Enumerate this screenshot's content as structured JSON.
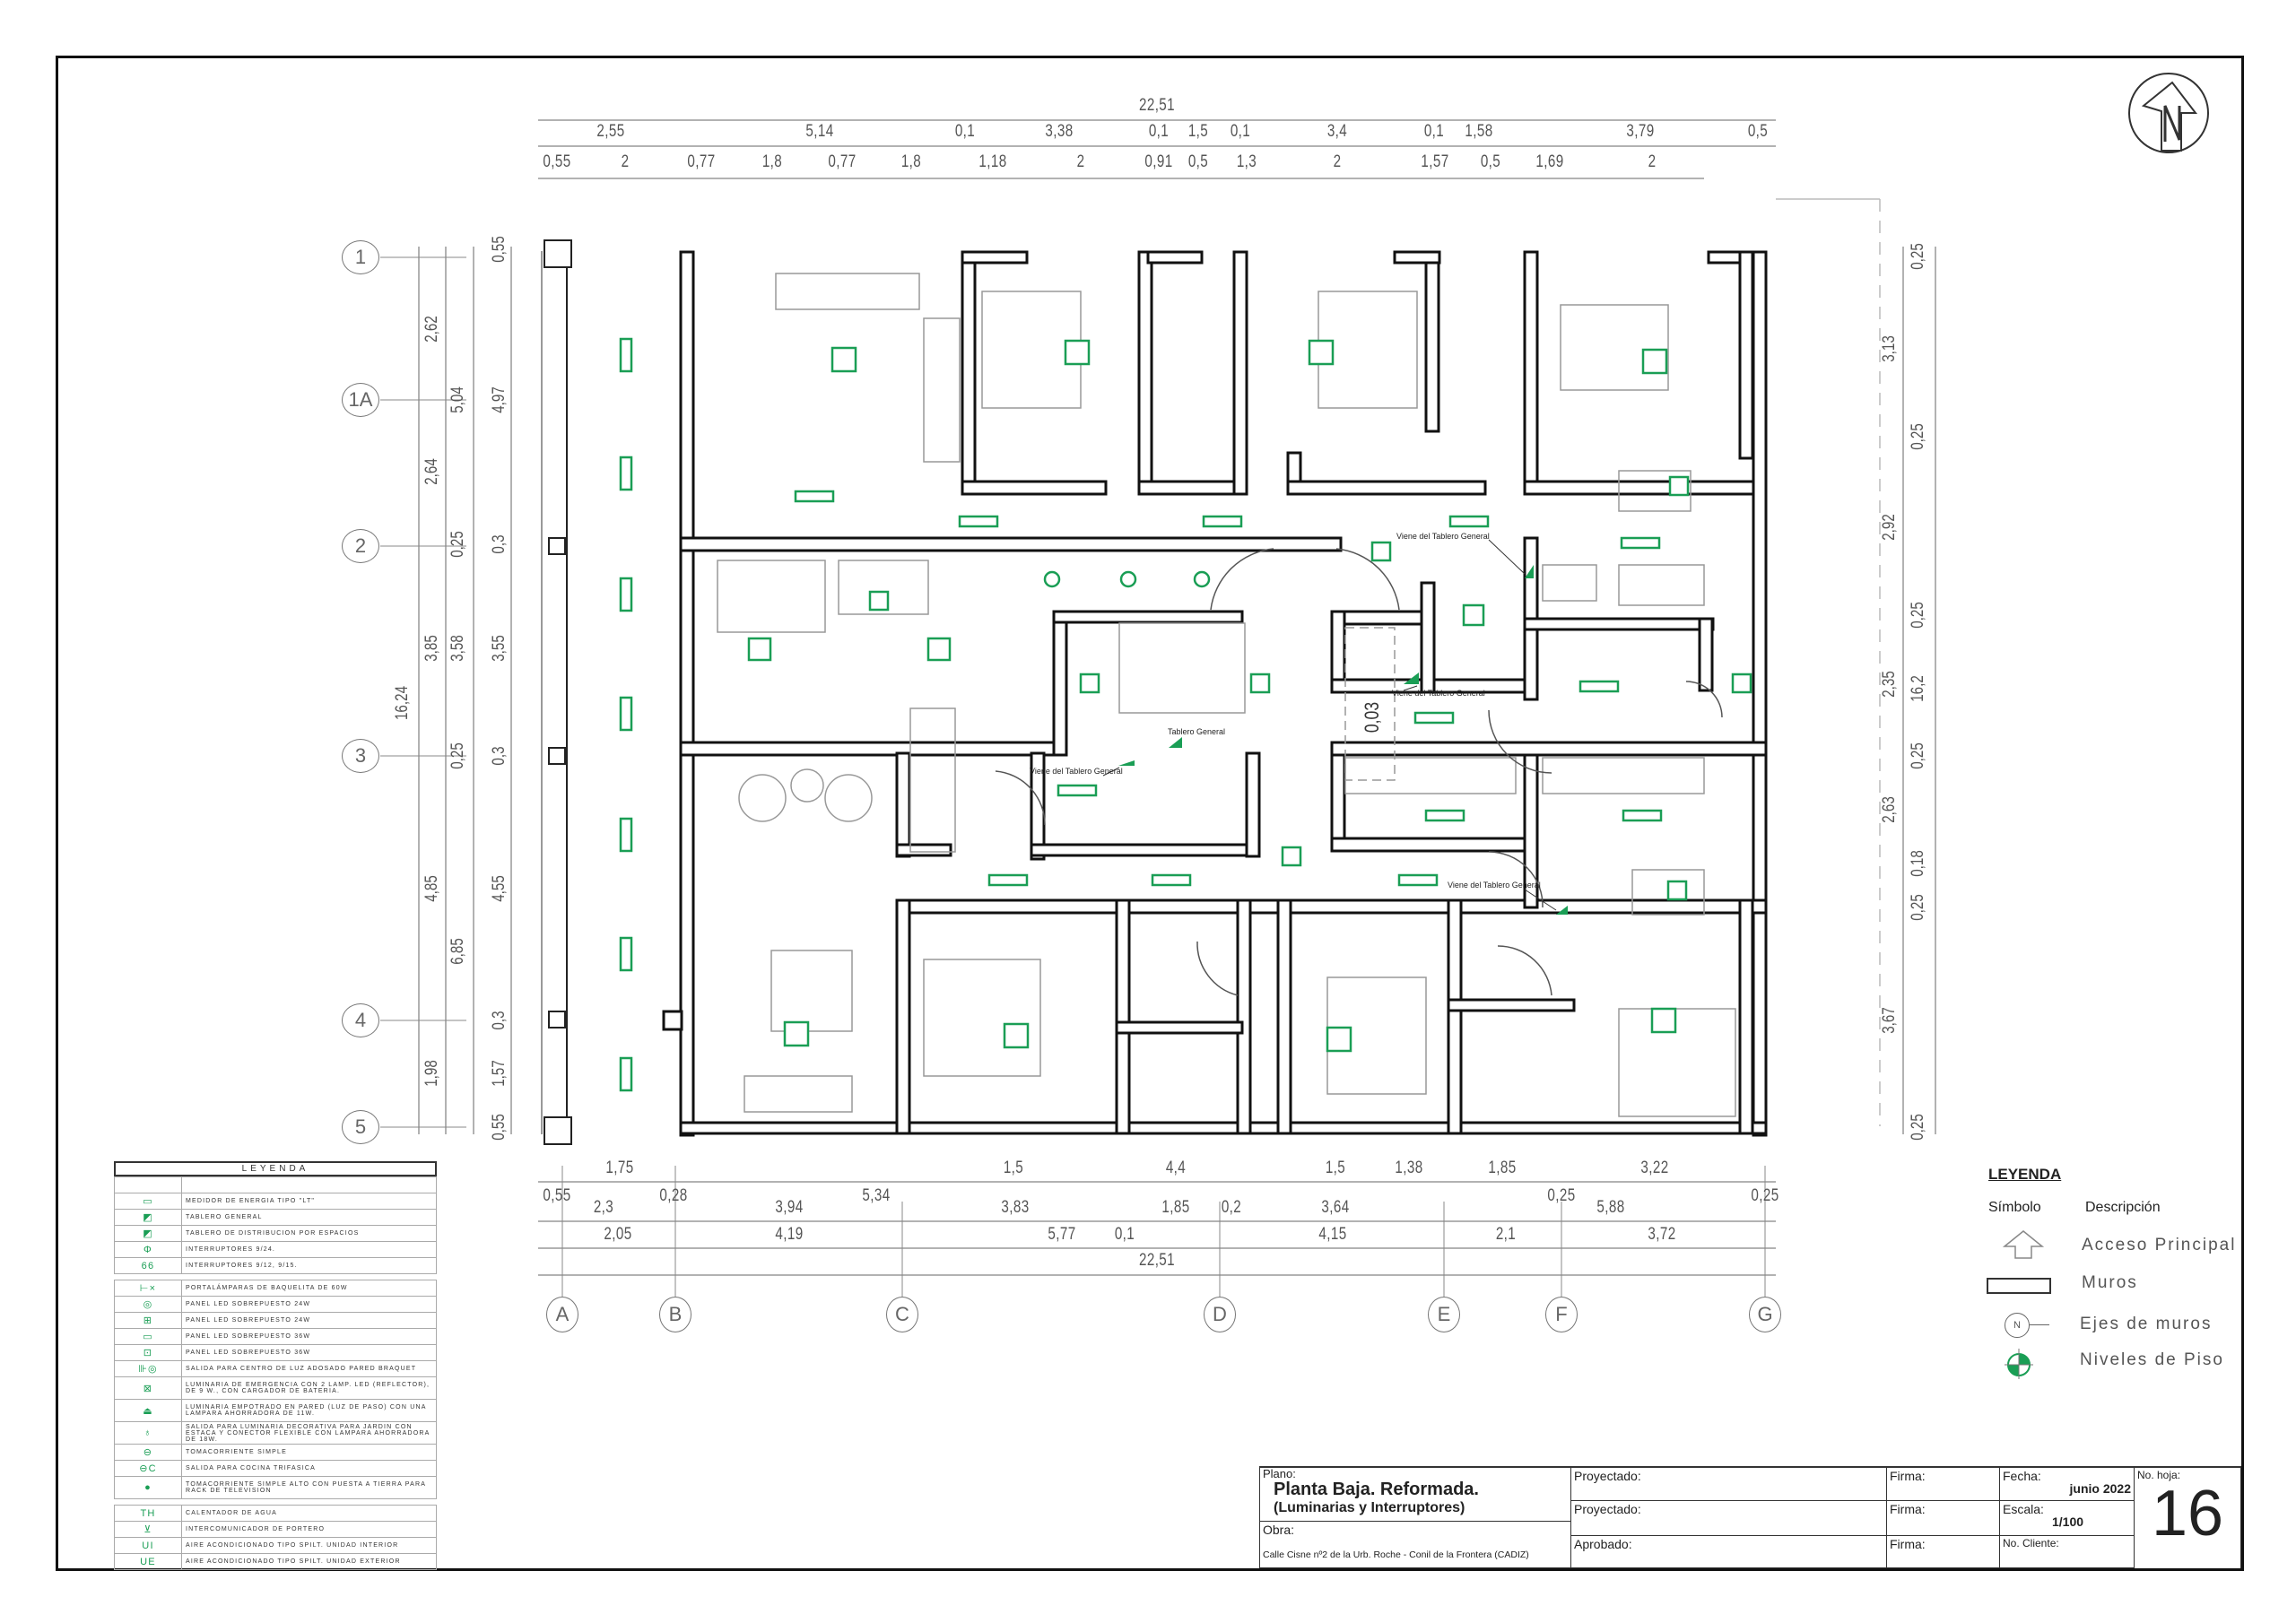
{
  "title_block": {
    "plano_label": "Plano:",
    "plano_title": "Planta Baja. Reformada.",
    "plano_subtitle": "(Luminarias y Interruptores)",
    "obra_label": "Obra:",
    "obra_value": "Calle Cisne nº2 de la Urb. Roche - Conil de la Frontera (CADIZ)",
    "proyectado_1": "Proyectado:",
    "proyectado_2": "Proyectado:",
    "aprobado": "Aprobado:",
    "firma_1": "Firma:",
    "firma_2": "Firma:",
    "firma_3": "Firma:",
    "fecha_label": "Fecha:",
    "fecha_value": "junio 2022",
    "escala_label": "Escala:",
    "escala_value": "1/100",
    "cliente_label": "No. Cliente:",
    "hoja_label": "No. hoja:",
    "hoja_value": "16"
  },
  "legend_right": {
    "title": "LEYENDA",
    "col_symbol": "Símbolo",
    "col_desc": "Descripción",
    "items": [
      "Acceso Principal",
      "Muros",
      "Ejes de muros",
      "Niveles de Piso"
    ],
    "axis_symbol": "N"
  },
  "legend_left": {
    "title": "LEYENDA",
    "groups": [
      [
        {
          "icon": "meter-icon",
          "symbol": "▭",
          "text": "Medidor de energia tipo \"LT\""
        },
        {
          "icon": "main-panel-icon",
          "symbol": "◩",
          "text": "Tablero general"
        },
        {
          "icon": "distribution-panel-icon",
          "symbol": "◩",
          "text": "Tablero de distribucion por espacios"
        },
        {
          "icon": "switch-icon",
          "symbol": "ϕ",
          "text": "Interruptores 9/24."
        },
        {
          "icon": "double-switch-icon",
          "symbol": "66",
          "text": "Interruptores 9/12, 9/15."
        }
      ],
      [
        {
          "icon": "lampholder-icon",
          "symbol": "⊢×",
          "text": "Portalámparas de baquelita de 60W"
        },
        {
          "icon": "led-round-icon",
          "symbol": "◎",
          "text": "Panel LED sobrepuesto 24W"
        },
        {
          "icon": "led-square-icon",
          "symbol": "⊞",
          "text": "Panel LED sobrepuesto 24W"
        },
        {
          "icon": "led-rect-icon",
          "symbol": "▭",
          "text": "Panel LED sobrepuesto 36W"
        },
        {
          "icon": "led-square-36-icon",
          "symbol": "⊡",
          "text": "Panel LED sobrepuesto 36W"
        },
        {
          "icon": "wall-light-icon",
          "symbol": "⊪◎",
          "text": "Salida para centro de luz adosado pared braquet"
        },
        {
          "icon": "emergency-light-icon",
          "symbol": "⊠",
          "text": "Luminaria de emergencia con 2 lamp. LED (reflector), de 9 W., con cargador de bateria."
        },
        {
          "icon": "step-light-icon",
          "symbol": "⏏",
          "text": "Luminaria empotrado en pared (luz de paso) con una lampara ahorradora de 11W."
        },
        {
          "icon": "garden-light-icon",
          "symbol": "♁",
          "text": "Salida para luminaria decorativa para jardin con estaca y conector flexible con lampara ahorradora de 18W."
        },
        {
          "icon": "outlet-icon",
          "symbol": "⊖",
          "text": "Tomacorriente simple"
        },
        {
          "icon": "kitchen-outlet-icon",
          "symbol": "⊖c",
          "text": "Salida para cocina trifasica"
        },
        {
          "icon": "tv-outlet-icon",
          "symbol": "●",
          "text": "Tomacorriente simple alto con puesta a tierra para rack de television"
        }
      ],
      [
        {
          "icon": "water-heater-icon",
          "symbol": "TH",
          "text": "Calentador de agua"
        },
        {
          "icon": "intercom-icon",
          "symbol": "⊻",
          "text": "Intercomunicador de portero"
        },
        {
          "icon": "ac-indoor-icon",
          "symbol": "UI",
          "text": "Aire Acondicionado tipo Spilt. Unidad interior"
        },
        {
          "icon": "ac-outdoor-icon",
          "symbol": "UE",
          "text": "Aire Acondicionado tipo Spilt. Unidad Exterior"
        }
      ]
    ]
  },
  "plan_notes": {
    "viene_1": "Viene del Tablero General",
    "viene_2": "Viene del Tablero General",
    "viene_3": "Viene del Tablero General",
    "viene_4": "Viene del Tablero General",
    "tablero": "Tablero General",
    "level": "0,03"
  },
  "axes": {
    "rows": [
      "1",
      "1A",
      "2",
      "3",
      "4",
      "5"
    ],
    "cols": [
      "A",
      "B",
      "C",
      "D",
      "E",
      "F",
      "G"
    ]
  },
  "dims": {
    "top_total": "22,51",
    "top_row1": [
      "2,55",
      "5,14",
      "0,1",
      "3,38",
      "0,1",
      "1,5",
      "0,1",
      "3,4",
      "0,1",
      "1,58",
      "3,79",
      "0,5"
    ],
    "top_row2": [
      "0,55",
      "2",
      "0,77",
      "1,8",
      "0,77",
      "1,8",
      "1,18",
      "2",
      "0,91",
      "0,5",
      "1,3",
      "2",
      "1,57",
      "0,5",
      "1,69",
      "2"
    ],
    "bot_row1": [
      "1,75",
      "1,5",
      "4,4",
      "1,5",
      "1,38",
      "1,85",
      "3,22"
    ],
    "bot_row2": [
      "0,55",
      "0,28",
      "5,34",
      "0,25",
      "0,25"
    ],
    "bot_row3": [
      "2,3",
      "3,94",
      "3,83",
      "1,85",
      "0,2",
      "3,64",
      "5,88"
    ],
    "bot_row4": [
      "2,05",
      "4,19",
      "5,77",
      "0,1",
      "4,15",
      "2,1",
      "3,72"
    ],
    "bot_total": "22,51",
    "left_total": "16,24",
    "left_col1": [
      "2,62",
      "2,64",
      "3,85",
      "4,85",
      "1,98"
    ],
    "left_col2": [
      "5,04",
      "0,25",
      "3,58",
      "0,25",
      "6,85"
    ],
    "left_col3": [
      "0,55",
      "4,97",
      "0,3",
      "3,55",
      "0,3",
      "4,55",
      "0,3",
      "1,57",
      "0,55"
    ],
    "right_col1": [
      "3,13",
      "2,92",
      "2,35",
      "2,63",
      "3,67"
    ],
    "right_col2": [
      "0,25",
      "0,25",
      "0,25",
      "16,2",
      "0,25",
      "0,18",
      "0,25",
      "0,25"
    ]
  }
}
